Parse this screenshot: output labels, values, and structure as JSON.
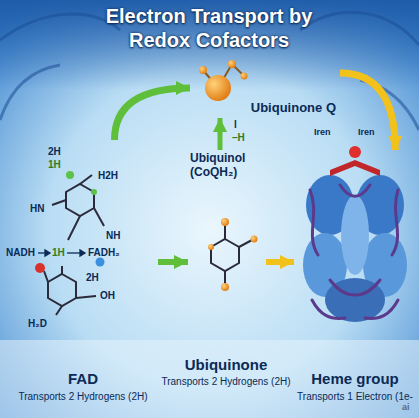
{
  "diagram": {
    "title": "Electron Transport by Redox Cofactors",
    "nodes": [
      {
        "text": [
          "FAD",
          "Transports 2 Hydrogens (2H)"
        ]
      },
      {
        "text": [
          "Ubiquinone Q"
        ]
      },
      {
        "text": [
          "Ubiquinol (CoQH₂)"
        ]
      },
      {
        "text": [
          "Ubiquinone",
          "Transports 2 Hydrogens (2H)"
        ]
      },
      {
        "text": [
          "Heme group",
          "Transports 1 Electron (1e-"
        ]
      }
    ],
    "edges": [
      {
        "from": 0,
        "to": 1,
        "arrow": "to"
      },
      {
        "from": 2,
        "to": 1,
        "arrow": "to"
      },
      {
        "from": 1,
        "to": 4,
        "arrow": "to"
      },
      {
        "from": 0,
        "to": 2,
        "arrow": "to"
      },
      {
        "from": 2,
        "to": 4,
        "arrow": "to"
      }
    ],
    "labels": [
      "2H",
      "1H",
      "H2H",
      "HN",
      "NH",
      "NADH",
      "1H",
      "FADH₂",
      "2H",
      "OH",
      "H₂D",
      "l",
      "–H",
      "Iren",
      "Iren",
      "ai"
    ]
  }
}
